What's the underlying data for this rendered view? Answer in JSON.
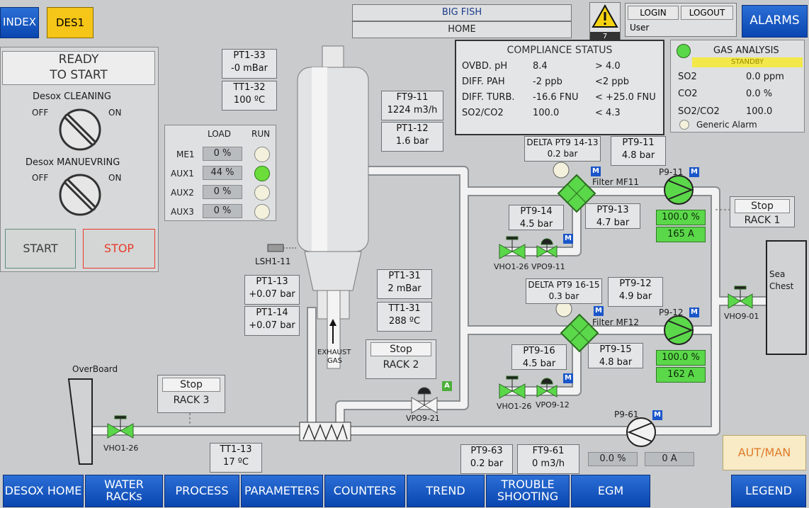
{
  "header": {
    "index": "INDEX",
    "des1": "DES1",
    "vessel": "BIG FISH",
    "page": "HOME",
    "warning_count": "7",
    "login": "LOGIN",
    "logout": "LOGOUT",
    "user": "User",
    "alarms": "ALARMS"
  },
  "control": {
    "ready": "READY",
    "to_start": "TO START",
    "cleaning": "Desox CLEANING",
    "manuevring": "Desox MANUEVRING",
    "off": "OFF",
    "on": "ON",
    "start": "START",
    "stop": "STOP"
  },
  "engines": {
    "load_header": "LOAD",
    "run_header": "RUN",
    "rows": [
      {
        "name": "ME1",
        "load": "0 %",
        "run": false
      },
      {
        "name": "AUX1",
        "load": "44 %",
        "run": true
      },
      {
        "name": "AUX2",
        "load": "0 %",
        "run": false
      },
      {
        "name": "AUX3",
        "load": "0 %",
        "run": false
      }
    ]
  },
  "tags": {
    "pt1_33": {
      "name": "PT1-33",
      "value": "-0 mBar"
    },
    "tt1_32": {
      "name": "TT1-32",
      "value": "100 ºC"
    },
    "ft9_11": {
      "name": "FT9-11",
      "value": "1224 m3/h"
    },
    "pt1_12": {
      "name": "PT1-12",
      "value": "1.6 bar"
    },
    "pt1_13": {
      "name": "PT1-13",
      "value": "+0.07 bar"
    },
    "pt1_14": {
      "name": "PT1-14",
      "value": "+0.07 bar"
    },
    "pt1_31": {
      "name": "PT1-31",
      "value": "2 mBar"
    },
    "tt1_31": {
      "name": "TT1-31",
      "value": "288 ºC"
    },
    "dpt9_14_13": {
      "name": "DELTA PT9 14-13",
      "value": "0.2 bar"
    },
    "pt9_11": {
      "name": "PT9-11",
      "value": "4.8 bar"
    },
    "pt9_14": {
      "name": "PT9-14",
      "value": "4.5 bar"
    },
    "pt9_13": {
      "name": "PT9-13",
      "value": "4.7 bar"
    },
    "dpt9_16_15": {
      "name": "DELTA PT9 16-15",
      "value": "0.3 bar"
    },
    "pt9_12": {
      "name": "PT9-12",
      "value": "4.9 bar"
    },
    "pt9_16": {
      "name": "PT9-16",
      "value": "4.5 bar"
    },
    "pt9_15": {
      "name": "PT9-15",
      "value": "4.8 bar"
    },
    "tt1_13": {
      "name": "TT1-13",
      "value": "17 ºC"
    },
    "pt9_63": {
      "name": "PT9-63",
      "value": "0.2 bar"
    },
    "ft9_61": {
      "name": "FT9-61",
      "value": "0 m3/h"
    }
  },
  "compliance": {
    "title": "COMPLIANCE STATUS",
    "rows": [
      {
        "param": "OVBD. pH",
        "value": "8.4",
        "limit": "> 4.0"
      },
      {
        "param": "DIFF. PAH",
        "value": "-2 ppb",
        "limit": "<2 ppb"
      },
      {
        "param": "DIFF. TURB.",
        "value": "-16.6 FNU",
        "limit": "< +25.0 FNU"
      },
      {
        "param": "SO2/CO2",
        "value": "100.0",
        "limit": "< 4.3"
      }
    ]
  },
  "gas": {
    "title": "GAS ANALYSIS",
    "standby": "STANDBY",
    "rows": [
      {
        "param": "SO2",
        "value": "0.0 ppm"
      },
      {
        "param": "CO2",
        "value": "0.0 %"
      },
      {
        "param": "SO2/CO2",
        "value": "100.0"
      }
    ],
    "generic_alarm": "Generic Alarm"
  },
  "process": {
    "filter_mf11": "Filter MF11",
    "filter_mf12": "Filter MF12",
    "p9_11": "P9-11",
    "p9_12": "P9-12",
    "p9_61": "P9-61",
    "p9_11_speed": "100.0 %",
    "p9_11_current": "165 A",
    "p9_12_speed": "100.0 %",
    "p9_12_current": "162 A",
    "p9_61_speed": "0.0 %",
    "p9_61_current": "0 A",
    "vho1_26_a": "VHO1-26",
    "vpo9_11": "VPO9-11",
    "vho1_26_b": "VHO1-26",
    "vpo9_12": "VPO9-12",
    "vho1_26_c": "VHO1-26",
    "vpo9_21": "VPO9-21",
    "vho9_01": "VHO9-01",
    "lsh1_11": "LSH1-11",
    "exhaust": "EXHAUST",
    "gas": "GAS",
    "overboard": "OverBoard",
    "sea": "Sea",
    "chest": "Chest",
    "m": "M",
    "a": "A",
    "rack1_state": "Stop",
    "rack1": "RACK 1",
    "rack2_state": "Stop",
    "rack2": "RACK 2",
    "rack3_state": "Stop",
    "rack3": "RACK 3",
    "autman": "AUT/MAN"
  },
  "nav": {
    "desox_home": "DESOX HOME",
    "water_racks": "WATER RACKs",
    "process": "PROCESS",
    "parameters": "PARAMETERS",
    "counters": "COUNTERS",
    "trend": "TREND",
    "trouble_shooting": "TROUBLE SHOOTING",
    "egm": "EGM",
    "legend": "LEGEND"
  },
  "colors": {
    "background": "#c9cbcd",
    "nav_blue": "#0a46b0",
    "status_green": "#5bd74a",
    "des1_yellow": "#f5c518",
    "stop_red": "#e83a2a",
    "standby_yellow": "#f3e84a"
  }
}
